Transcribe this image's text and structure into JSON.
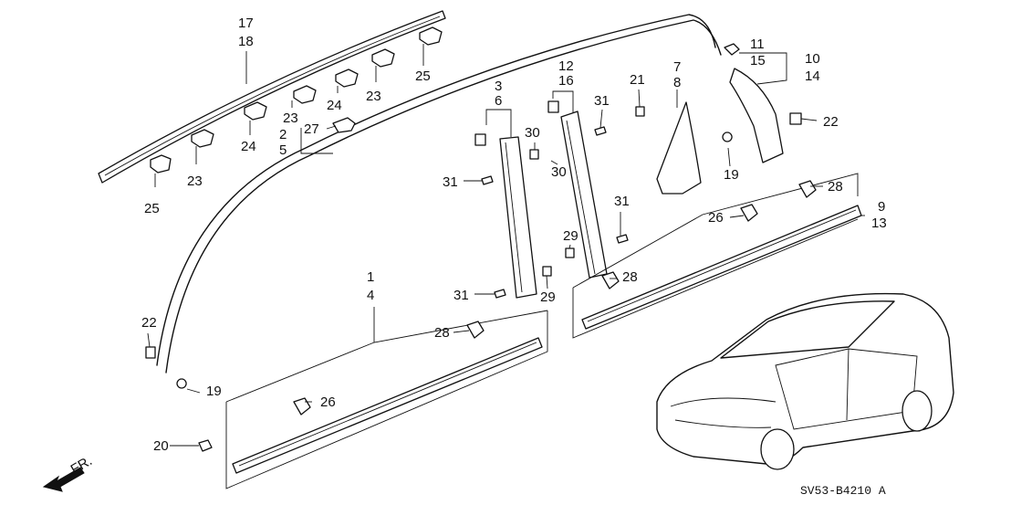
{
  "diagram": {
    "callouts": {
      "c17": "17",
      "c18": "18",
      "c25a": "25",
      "c25b": "25",
      "c23a": "23",
      "c23b": "23",
      "c23c": "23",
      "c24a": "24",
      "c24b": "24",
      "c2": "2",
      "c5": "5",
      "c27": "27",
      "c3": "3",
      "c6": "6",
      "c12": "12",
      "c16": "16",
      "c31a": "31",
      "c31b": "31",
      "c31c": "31",
      "c31d": "31",
      "c30a": "30",
      "c30b": "30",
      "c21": "21",
      "c7": "7",
      "c8": "8",
      "c11": "11",
      "c15": "15",
      "c10": "10",
      "c14": "14",
      "c22a": "22",
      "c22b": "22",
      "c19a": "19",
      "c19b": "19",
      "c28a": "28",
      "c28b": "28",
      "c28c": "28",
      "c9": "9",
      "c13": "13",
      "c26a": "26",
      "c26b": "26",
      "c29a": "29",
      "c29b": "29",
      "c1": "1",
      "c4": "4",
      "c20": "20"
    },
    "front_label": "FR.",
    "diagram_code": "SV53-B4210 A"
  }
}
